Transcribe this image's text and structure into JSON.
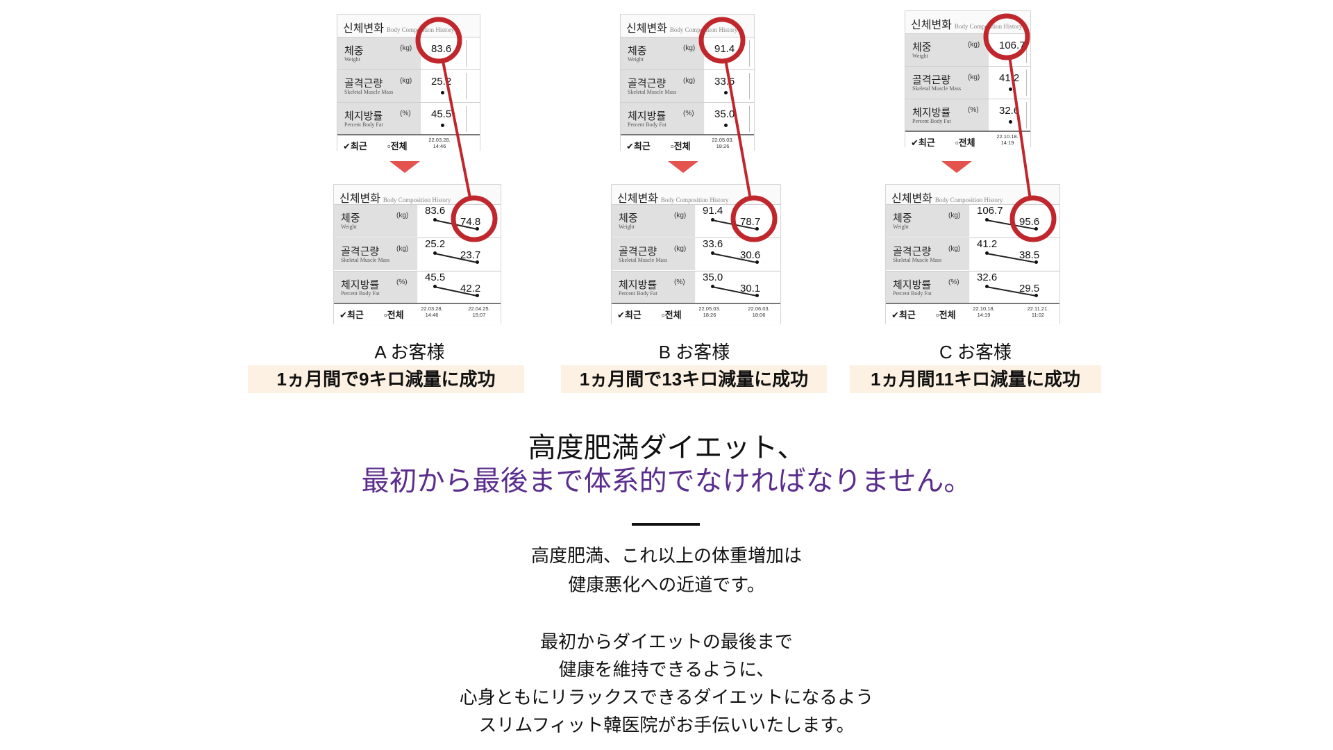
{
  "customers": [
    {
      "name": "A お客様",
      "result": "1ヵ月間で9キロ減量に成功",
      "before": {
        "values": [
          "83.6",
          "25.2",
          "45.5"
        ],
        "date": "22.03.28.",
        "time": "14:46"
      },
      "after": {
        "prev": [
          "83.6",
          "25.2",
          "45.5"
        ],
        "curr": [
          "74.8",
          "23.7",
          "42.2"
        ],
        "date1": "22.03.28.",
        "time1": "14:46",
        "date2": "22.04.25.",
        "time2": "15:07"
      }
    },
    {
      "name": "B お客様",
      "result": "1ヵ月間で13キロ減量に成功",
      "before": {
        "values": [
          "91.4",
          "33.6",
          "35.0"
        ],
        "date": "22.05.03.",
        "time": "18:26"
      },
      "after": {
        "prev": [
          "91.4",
          "33.6",
          "35.0"
        ],
        "curr": [
          "78.7",
          "30.6",
          "30.1"
        ],
        "date1": "22.05.03.",
        "time1": "18:26",
        "date2": "22.06.03.",
        "time2": "18:06"
      }
    },
    {
      "name": "C お客様",
      "result": "1ヵ月間11キロ減量に成功",
      "before": {
        "values": [
          "106.7",
          "41.2",
          "32.6"
        ],
        "date": "22.10.18.",
        "time": "14:19"
      },
      "after": {
        "prev": [
          "106.7",
          "41.2",
          "32.6"
        ],
        "curr": [
          "95.6",
          "38.5",
          "29.5"
        ],
        "date1": "22.10.18.",
        "time1": "14:19",
        "date2": "22.11.21.",
        "time2": "11:02"
      }
    }
  ],
  "card": {
    "title_kr": "신체변화",
    "title_en": "Body Composition History",
    "rows": [
      {
        "kr": "체중",
        "en": "Weight",
        "unit": "(kg)"
      },
      {
        "kr": "골격근량",
        "en": "Skeletal Muscle Mass",
        "unit": "(kg)"
      },
      {
        "kr": "체지방률",
        "en": "Percent Body Fat",
        "unit": "(%)"
      }
    ],
    "recent": "✔최근",
    "all": "▫전체"
  },
  "headline": {
    "line1": "高度肥満ダイエット、",
    "line2": "最初から最後まで体系的でなければなりません。"
  },
  "body": {
    "p1": [
      "高度肥満、これ以上の体重増加は",
      "健康悪化への近道です。"
    ],
    "p2": [
      "最初からダイエットの最後まで",
      "健康を維持できるように、",
      "心身ともにリラックスできるダイエットになるよう",
      "スリムフィット韓医院がお手伝いいたします。"
    ]
  },
  "colors": {
    "circle": "#c0272d",
    "arrow": "#e4534e",
    "accent_text": "#5a2d8c",
    "tag_bg": "#fdf1e3"
  }
}
